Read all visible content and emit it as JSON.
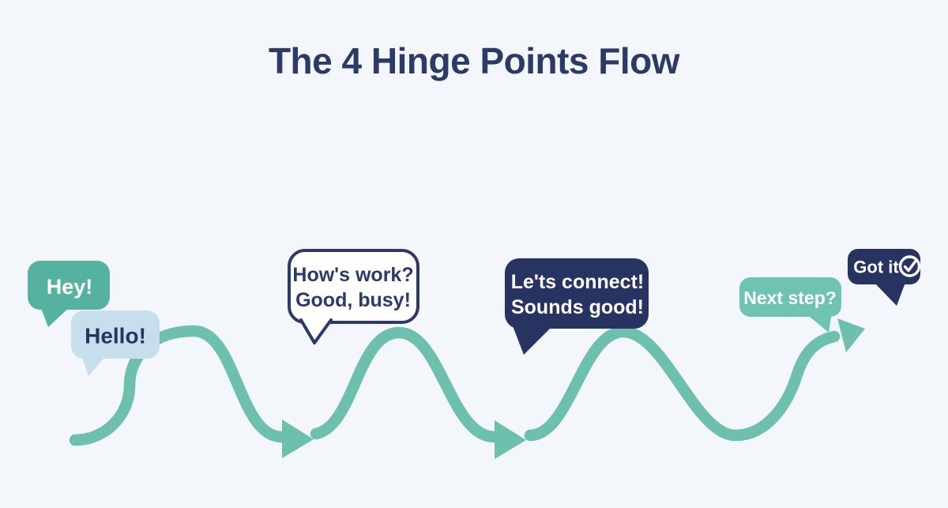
{
  "title": "The 4 Hinge Points Flow",
  "colors": {
    "background": "#f3f6fa",
    "title_navy": "#2b3a67",
    "navy_bubble": "#273360",
    "wave_teal": "#6dbfae",
    "teal_bubble_dark": "#55b2a0",
    "teal_bubble_light": "#6ec3b2",
    "light_blue_bubble": "#c7dfec",
    "white_bubble_fill": "#ffffff",
    "white_text": "#ffffff",
    "navy_text": "#24355f"
  },
  "flow_line": {
    "direction": "left-to-right",
    "arrow_count": 3,
    "style": "wavy"
  },
  "bubbles": [
    {
      "name": "hey",
      "text": "Hey!"
    },
    {
      "name": "hello",
      "text": "Hello!"
    },
    {
      "name": "hows-work",
      "lines": [
        "How's work?",
        "Good, busy!"
      ]
    },
    {
      "name": "lets-connect",
      "lines": [
        "Le'ts connect!",
        "Sounds good!"
      ]
    },
    {
      "name": "next-step",
      "text": "Next step?"
    },
    {
      "name": "got-it",
      "text": "Got it",
      "icon": "check-circle"
    }
  ]
}
